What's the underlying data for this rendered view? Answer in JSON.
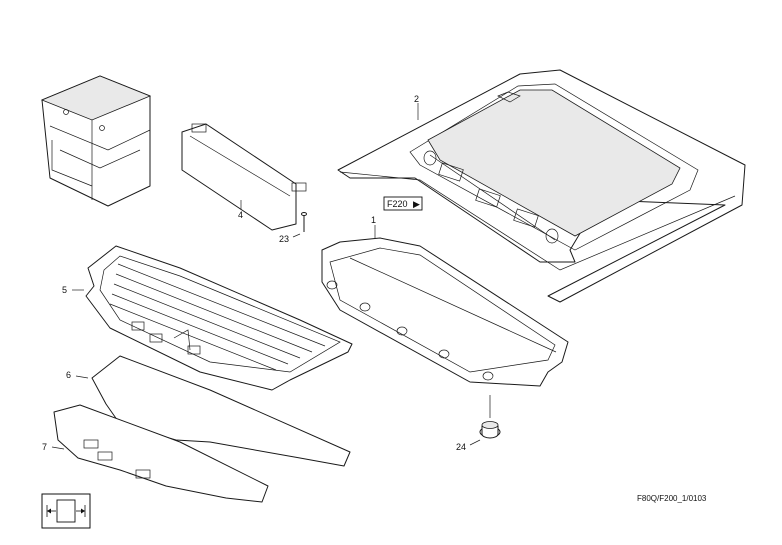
{
  "diagram": {
    "callouts": [
      {
        "id": "1",
        "text": "1"
      },
      {
        "id": "2",
        "text": "2"
      },
      {
        "id": "4",
        "text": "4"
      },
      {
        "id": "5",
        "text": "5"
      },
      {
        "id": "6",
        "text": "6"
      },
      {
        "id": "7",
        "text": "7"
      },
      {
        "id": "23",
        "text": "23"
      },
      {
        "id": "24",
        "text": "24"
      }
    ],
    "reference_box": {
      "text": "F220",
      "arrow": "▶"
    },
    "drawing_code": "F80Q/F200_1/0103",
    "icons": [
      "component-box-icon",
      "width-arrows-icon"
    ]
  }
}
